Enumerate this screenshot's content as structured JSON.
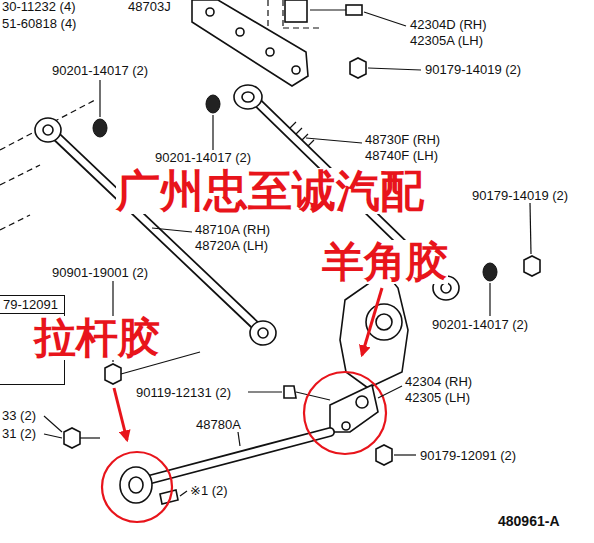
{
  "diagram": {
    "nodes": [
      {
        "text": [
          "79-12091"
        ]
      }
    ],
    "labels": [
      "30-11232 (4)",
      "48703J",
      "51-60818 (4)",
      "42304D (RH)",
      "42305A (LH)",
      "90201-14017 (2)",
      "90179-14019 (2)",
      "90201-14017 (2)",
      "48730F (RH)",
      "48740F (LH)",
      "广州忠至诚汽配",
      "90179-14019 (2)",
      "48710A (RH)",
      "48720A (LH)",
      "羊角胶",
      "90901-19001 (2)",
      "90201-14017 (2)",
      "拉杆胶",
      "90119-12131 (2)",
      "42304 (RH)",
      "42305 (LH)",
      "33 (2)",
      "31 (2)",
      "48780A",
      "90179-12091 (2)",
      "※1 (2)",
      "480961-A"
    ]
  }
}
